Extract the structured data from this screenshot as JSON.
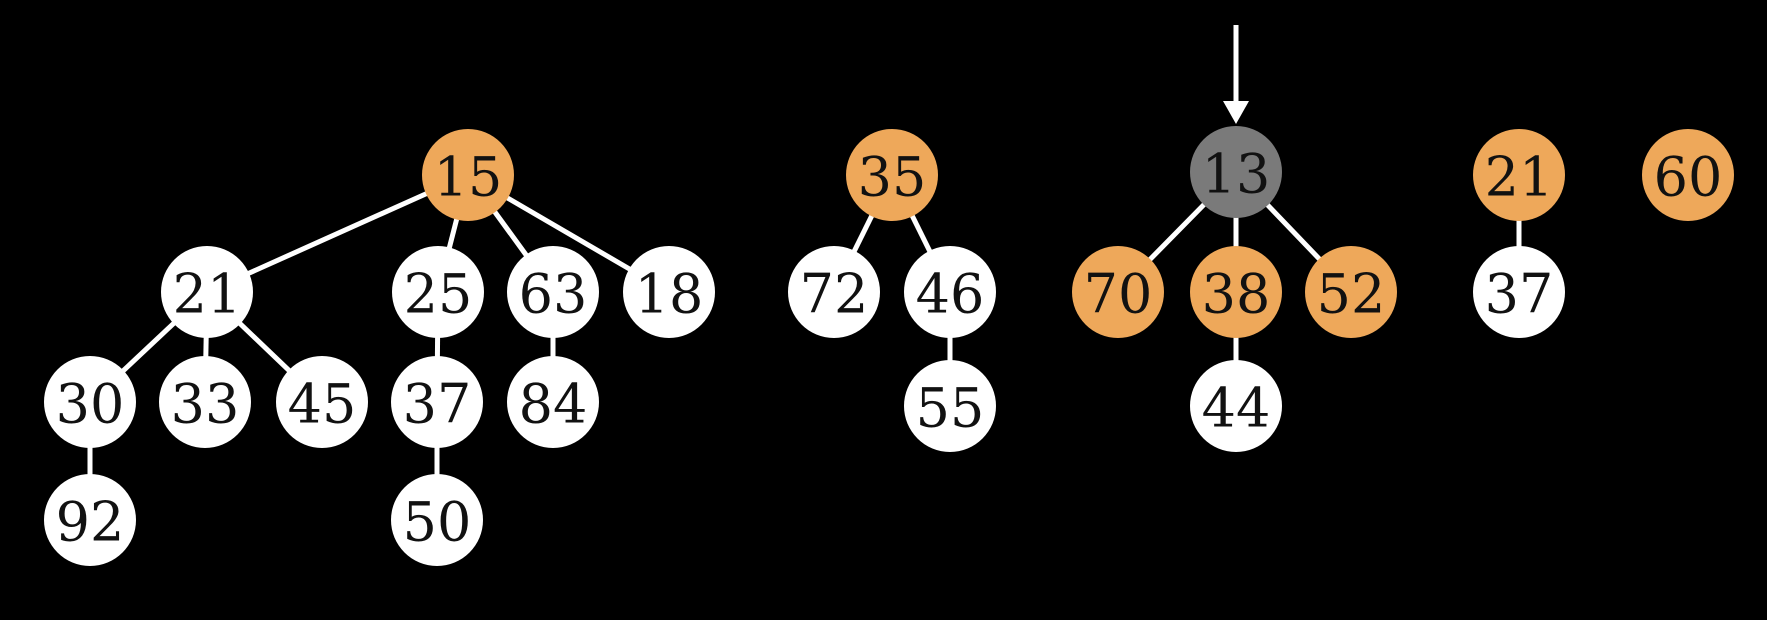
{
  "colors": {
    "background": "#000000",
    "root": "#eea85a",
    "regular": "#ffffff",
    "selected": "#7a7a7a",
    "edge": "#ffffff",
    "text": "#111111",
    "selected_text": "#555555"
  },
  "nodes": [
    {
      "id": "t1-15",
      "label": "15",
      "kind": "root"
    },
    {
      "id": "t1-21",
      "label": "21",
      "kind": "regular"
    },
    {
      "id": "t1-25",
      "label": "25",
      "kind": "regular"
    },
    {
      "id": "t1-63",
      "label": "63",
      "kind": "regular"
    },
    {
      "id": "t1-18",
      "label": "18",
      "kind": "regular"
    },
    {
      "id": "t1-30",
      "label": "30",
      "kind": "regular"
    },
    {
      "id": "t1-33",
      "label": "33",
      "kind": "regular"
    },
    {
      "id": "t1-45",
      "label": "45",
      "kind": "regular"
    },
    {
      "id": "t1-37",
      "label": "37",
      "kind": "regular"
    },
    {
      "id": "t1-84",
      "label": "84",
      "kind": "regular"
    },
    {
      "id": "t1-92",
      "label": "92",
      "kind": "regular"
    },
    {
      "id": "t1-50",
      "label": "50",
      "kind": "regular"
    },
    {
      "id": "t2-35",
      "label": "35",
      "kind": "root"
    },
    {
      "id": "t2-72",
      "label": "72",
      "kind": "regular"
    },
    {
      "id": "t2-46",
      "label": "46",
      "kind": "regular"
    },
    {
      "id": "t2-55",
      "label": "55",
      "kind": "regular"
    },
    {
      "id": "t3-13",
      "label": "13",
      "kind": "selected"
    },
    {
      "id": "t3-70",
      "label": "70",
      "kind": "root"
    },
    {
      "id": "t3-38",
      "label": "38",
      "kind": "root"
    },
    {
      "id": "t3-52",
      "label": "52",
      "kind": "root"
    },
    {
      "id": "t3-44",
      "label": "44",
      "kind": "regular"
    },
    {
      "id": "t4-21",
      "label": "21",
      "kind": "root"
    },
    {
      "id": "t4-37",
      "label": "37",
      "kind": "regular"
    },
    {
      "id": "t5-60",
      "label": "60",
      "kind": "root"
    }
  ],
  "edges": [
    [
      "t1-15",
      "t1-21"
    ],
    [
      "t1-15",
      "t1-25"
    ],
    [
      "t1-15",
      "t1-63"
    ],
    [
      "t1-15",
      "t1-18"
    ],
    [
      "t1-21",
      "t1-30"
    ],
    [
      "t1-21",
      "t1-33"
    ],
    [
      "t1-21",
      "t1-45"
    ],
    [
      "t1-25",
      "t1-37"
    ],
    [
      "t1-63",
      "t1-84"
    ],
    [
      "t1-30",
      "t1-92"
    ],
    [
      "t1-37",
      "t1-50"
    ],
    [
      "t2-35",
      "t2-72"
    ],
    [
      "t2-35",
      "t2-46"
    ],
    [
      "t2-46",
      "t2-55"
    ],
    [
      "t3-13",
      "t3-70"
    ],
    [
      "t3-13",
      "t3-38"
    ],
    [
      "t3-13",
      "t3-52"
    ],
    [
      "t3-38",
      "t3-44"
    ],
    [
      "t4-21",
      "t4-37"
    ]
  ],
  "pointer": {
    "target": "t3-13",
    "icon": "down-arrow-icon"
  }
}
